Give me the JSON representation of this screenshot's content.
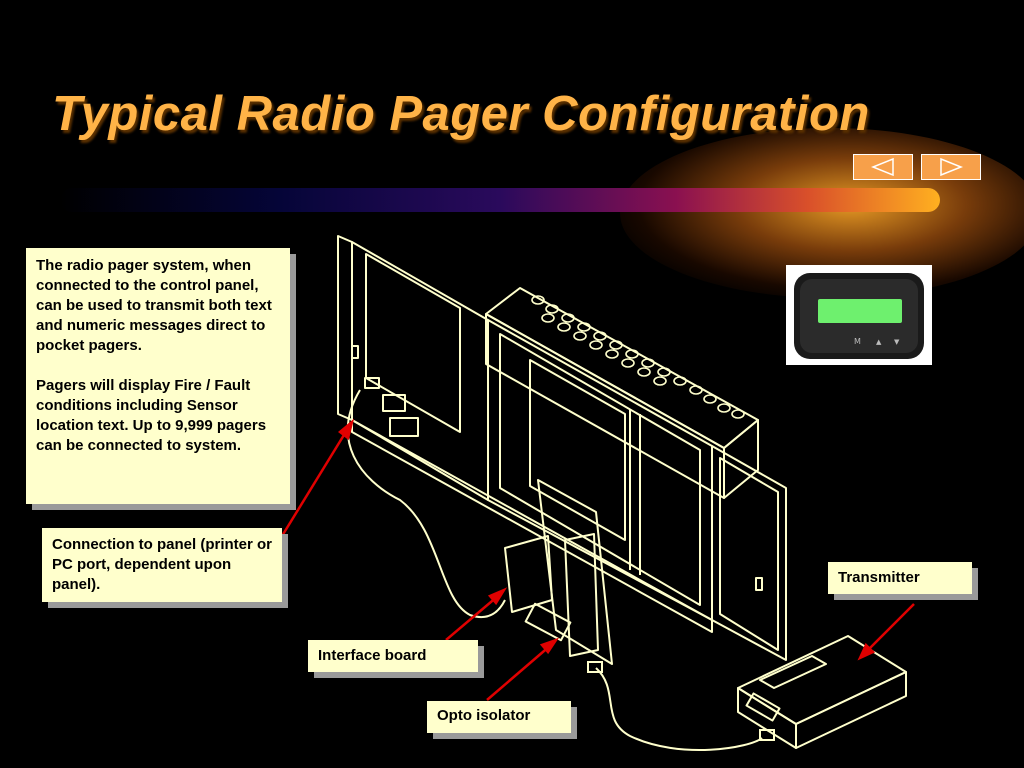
{
  "slide": {
    "title": "Typical Radio Pager Configuration"
  },
  "nav": {
    "prev_icon": "triangle-left-icon",
    "next_icon": "triangle-right-icon"
  },
  "description": {
    "paragraph1": "The radio pager system, when connected to the control panel, can be used to transmit both text and numeric messages direct to pocket pagers.",
    "paragraph2": "Pagers will display Fire / Fault conditions including Sensor location text. Up to 9,999 pagers can be connected to system."
  },
  "labels": {
    "connection": "Connection to panel (printer or PC port, dependent upon panel).",
    "transmitter": "Transmitter",
    "interface_board": "Interface board",
    "opto_isolator": "Opto isolator"
  },
  "pager_image": {
    "buttons": [
      "M",
      "▲",
      "▼"
    ],
    "screen_color": "#6ef06e"
  },
  "colors": {
    "title": "#ffb347",
    "callout_bg": "#ffffcc",
    "arrow": "#e00000",
    "line_art": "#ffffcc",
    "nav_button": "#f7a04a"
  }
}
